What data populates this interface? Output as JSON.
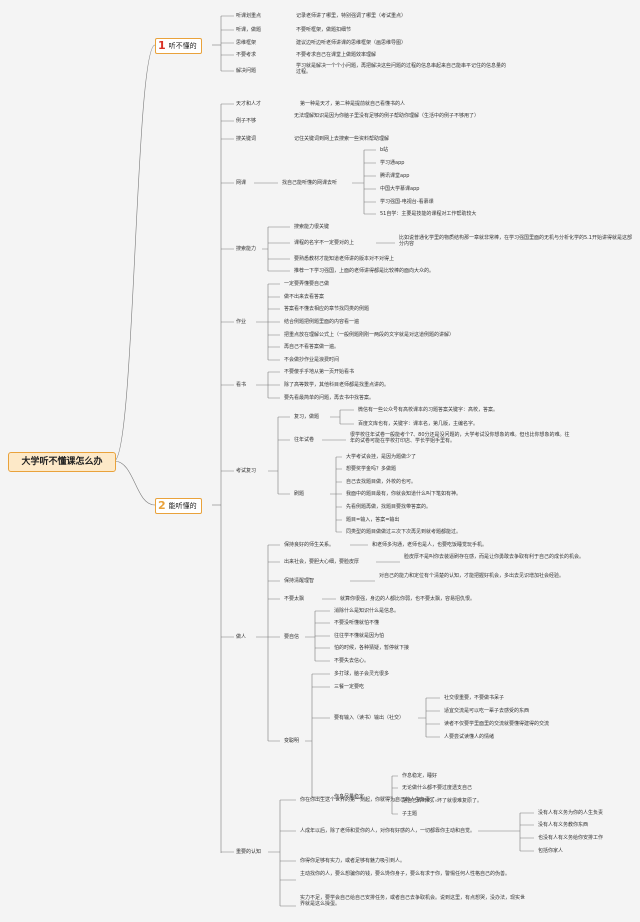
{
  "title": "大学听不懂课怎么办",
  "colors": {
    "line": "#7a7a7a",
    "accent": "#e9a23b",
    "red": "#d93025",
    "yellow": "#e9a23b"
  },
  "branches": [
    {
      "num": "1",
      "label": "听不懂的"
    },
    {
      "num": "2",
      "label": "能听懂的"
    }
  ],
  "b1": {
    "n1": "听课划重点",
    "n1c": "记录老师讲了哪里，特别强调了哪里（考试重点）",
    "n2": "听课，做题",
    "n2c": "不要听框架，做题扣细节",
    "n3": "思维框架",
    "n3c": "建议边听边听老师讲课的思维框架（画思维导图）",
    "n4": "不要考求",
    "n4c": "不要考求自己在课堂上做题效率理解",
    "n5": "解决问题",
    "n5c": "学习就是解决一个个小问题，再把解决这些问题的过程的信息串起来自己能串平记住的信息量的过程。"
  },
  "b2": {
    "s1": "天才和人才",
    "s1c": "第一种是天才，第二种是提前就自己看懂书的人",
    "s2": "例子不够",
    "s2c": "无法理解知识是因为你脑子里没有足够的例子帮助你理解（生活中的例子不够用了）",
    "s3": "搜关键词",
    "s3c": "记住关键词到网上去搜索一些资料帮助理解",
    "search": {
      "label": "搜索能力",
      "video": {
        "label": "网课",
        "note": "找自己能听懂的网课去听",
        "items": [
          "b站",
          "学习通app",
          "腾讯课堂app",
          "中国大学慕课app",
          "学习强国-电视台-看慕课",
          "51自学：主要是技能的课程对工作帮助较大"
        ]
      },
      "c1": "搜索能力很关键",
      "c2": "课程的名字不一定要对的上",
      "c2n": "比如说普通化学里的物质结构那一章就非常棒，在学习强国里面的无机与分析化学的5.1开始讲得就是这部分内容",
      "c3": "要熟悉教材才能知道老师讲的版本对不对得上",
      "c4": "推荐一下学习强国，上面的老师讲得都是比较棒的面向大众的。"
    },
    "hw": {
      "label": "作业",
      "items": [
        "一定要弄懂要自己做",
        "做不出来去看答案",
        "答案看不懂去相应的章节找同类的例题",
        "结合例题把例题里面的内容看一遍",
        "把重点放在理解公式上（一般例题刚刚一两段的文字就是对这道例题的讲解）",
        "再自己不看答案做一遍。",
        "不会做抄作业是浪费时间"
      ]
    },
    "book": {
      "label": "看书",
      "items": [
        "不要傻乎乎地从第一页开始看书",
        "除了高等数学，其他科目老师都是找重点讲的。",
        "要先看最简单的问题，再去书中找答案。"
      ]
    },
    "exam": {
      "label": "考试复习",
      "r1": "复习，做题",
      "r1a": "微信有一些公众号有高校课本的习题答案关键字：高校，答案。",
      "r1b": "百度文库也有，关键字：课本名，第几版，主编名字。",
      "r2": "往年试卷",
      "r2c": "很学校往年试卷一般能考个7、80分还是没问题的，大学考试没你想象的难。但也比你想象的难。往年的试卷可能在学校打印店、学长学姐手里有。",
      "r3": "刷题",
      "r3items": [
        "大学考试会挂，是因为题做少了",
        "想要奖学金吗？多做题",
        "自己去找题目做，外校的也可。",
        "我面中的题目最有，你就会知道什么叫下笔如有神。",
        "先看例题再做，找题目要找带答案的。",
        "题目=输入，答案=输出",
        "同类型的题目做做过三次下次再见到就考题都能过。"
      ]
    },
    "people": {
      "label": "做人",
      "p1": "保持良好的师生关系。",
      "p1c": "和老师多沟通，老师也是人，也要吃饭睡觉玩手机。",
      "p2": "出来社会，要胆大心细，要脸皮厚",
      "p2c": "脸皮厚不是叫你去装逼刷存在感，而是让你勇敢去争取有利于自己的成长的机会。",
      "p3": "保持清醒理智",
      "p3c": "对自己的能力和定位有个清楚的认知，才能把握好机会，多出去见识增加社会经验。",
      "p4": "不要太飘",
      "p4c": "就算你很强，身边的人都比你弱，也不要太飘，容易招仇恨。",
      "conf": {
        "label": "要自信",
        "items": [
          "消除什么是知识什么是信息。",
          "不要没听懂就怕不懂",
          "往往学不懂就是因为怕",
          "怕的时候，各种猜疑，暂停就下接",
          "不要失去信心。"
        ]
      },
      "smart": {
        "label": "变聪明",
        "a": "多打球，脑子会灵光很多",
        "b": "三餐一定要吃",
        "c": "要有输入（读书）输出（社交）",
        "citems": [
          "社交很重要，不要做书呆子",
          "适宜交流是可以吃一辈子去感受的东西",
          "读者不仅要学里面里的交流就要懂得建得的交流",
          "人要尝试读懂人的情绪"
        ],
        "d": "作息尽量稳定",
        "ditems": [
          "作息稳定，睡好",
          "无论做什么都不要过度透支自己",
          "把自己弄坏的，坏了就很难复原了。",
          "子主题"
        ]
      }
    },
    "know": {
      "label": "重要的认知",
      "k1": "你在你出生这个世界的第一刻起，你就得为自己的人生负责了。",
      "k2": "人成年以后，除了老师和爱你的人，对你有好感的人，一切都靠你主动和自觉。",
      "k2items": [
        "没有人有义务为你的人生负责",
        "没有人有义务教你东西",
        "也没有人有义务给你安排工作",
        "包括你家人"
      ],
      "k3": "你得你足够有实力，或者足够有魅力吸引到人。",
      "k4": "主动找你的人，要么想骗你的钱，要么馋你身子，要么有求于你，警惕任何人性格自己的伪善。",
      "k5": "实力不足，要学会自己给自己安排任务，或者自己去争取机会。说到这里，有点想哭，没办法，现实世界就是这么操蛋。"
    }
  }
}
